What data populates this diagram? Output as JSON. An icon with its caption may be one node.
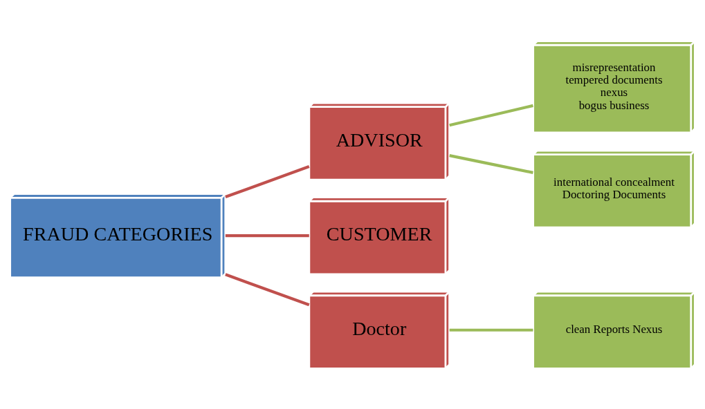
{
  "diagram": {
    "nodes": [
      {
        "text": [
          "FRAUD CATEGORIES"
        ]
      },
      {
        "text": [
          "ADVISOR"
        ]
      },
      {
        "text": [
          "CUSTOMER"
        ]
      },
      {
        "text": [
          "Doctor"
        ]
      },
      {
        "text": [
          "misrepresentation",
          "tempered documents",
          "nexus",
          "bogus business"
        ]
      },
      {
        "text": [
          "international concealment",
          "Doctoring Documents"
        ]
      },
      {
        "text": [
          "clean Reports Nexus"
        ]
      }
    ],
    "edges": [
      {
        "from": 0,
        "to": 1,
        "arrow": "none",
        "color": "#c0504d"
      },
      {
        "from": 0,
        "to": 2,
        "arrow": "none",
        "color": "#c0504d"
      },
      {
        "from": 0,
        "to": 3,
        "arrow": "none",
        "color": "#c0504d"
      },
      {
        "from": 1,
        "to": 4,
        "arrow": "none",
        "color": "#9bbb59"
      },
      {
        "from": 1,
        "to": 5,
        "arrow": "none",
        "color": "#9bbb59"
      },
      {
        "from": 3,
        "to": 6,
        "arrow": "none",
        "color": "#9bbb59"
      }
    ]
  }
}
